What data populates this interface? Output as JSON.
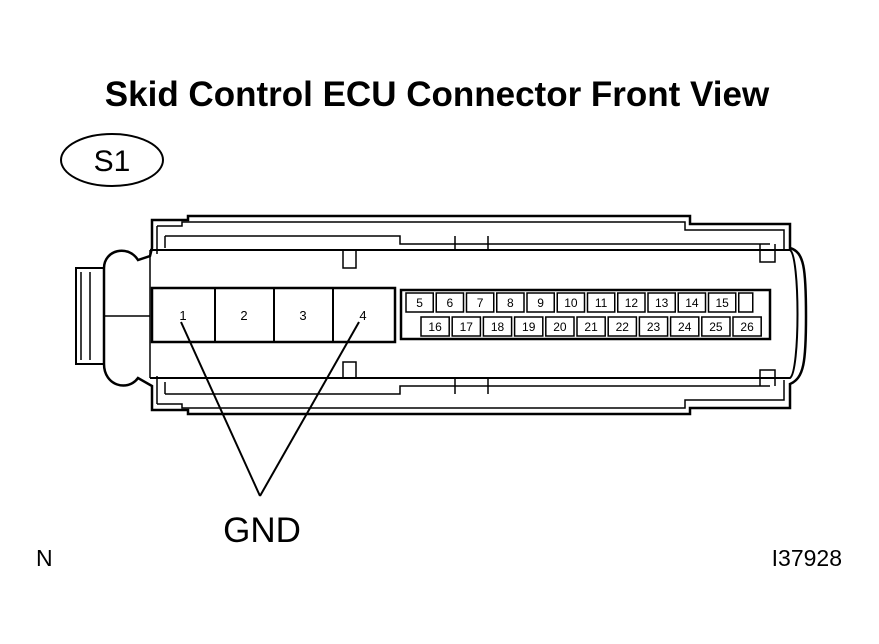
{
  "title": "Skid Control ECU Connector Front View",
  "connector_code": "S1",
  "large_pins": [
    "1",
    "2",
    "3",
    "4"
  ],
  "small_pins_top": [
    "5",
    "6",
    "7",
    "8",
    "9",
    "10",
    "11",
    "12",
    "13",
    "14",
    "15",
    ""
  ],
  "small_pins_bottom": [
    "16",
    "17",
    "18",
    "19",
    "20",
    "21",
    "22",
    "23",
    "24",
    "25",
    "26"
  ],
  "callout_label": "GND",
  "callout_pins": [
    "1",
    "4"
  ],
  "corner_letter": "N",
  "figure_id": "I37928"
}
